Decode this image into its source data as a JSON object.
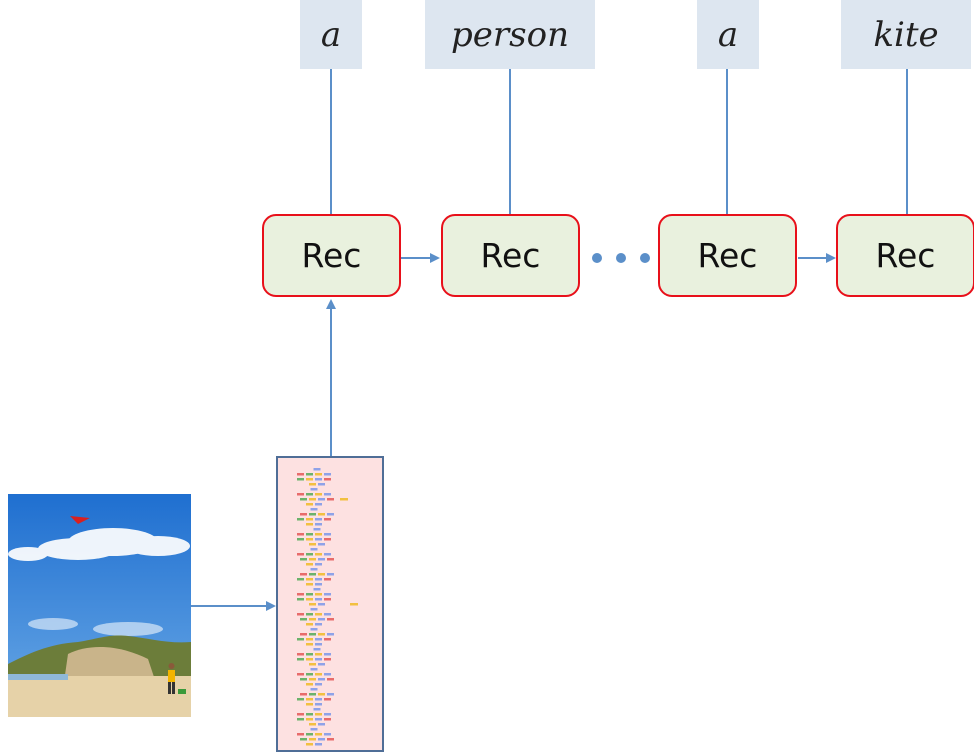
{
  "words": [
    "a",
    "person",
    "a",
    "kite"
  ],
  "rec_label": "Rec",
  "colors": {
    "word_bg": "#dde6f0",
    "rec_fill": "#e9f1de",
    "rec_border": "#e8101a",
    "arrow": "#5b8fc9",
    "cnn_fill": "#fde1e1",
    "cnn_border": "#4f6e97"
  }
}
